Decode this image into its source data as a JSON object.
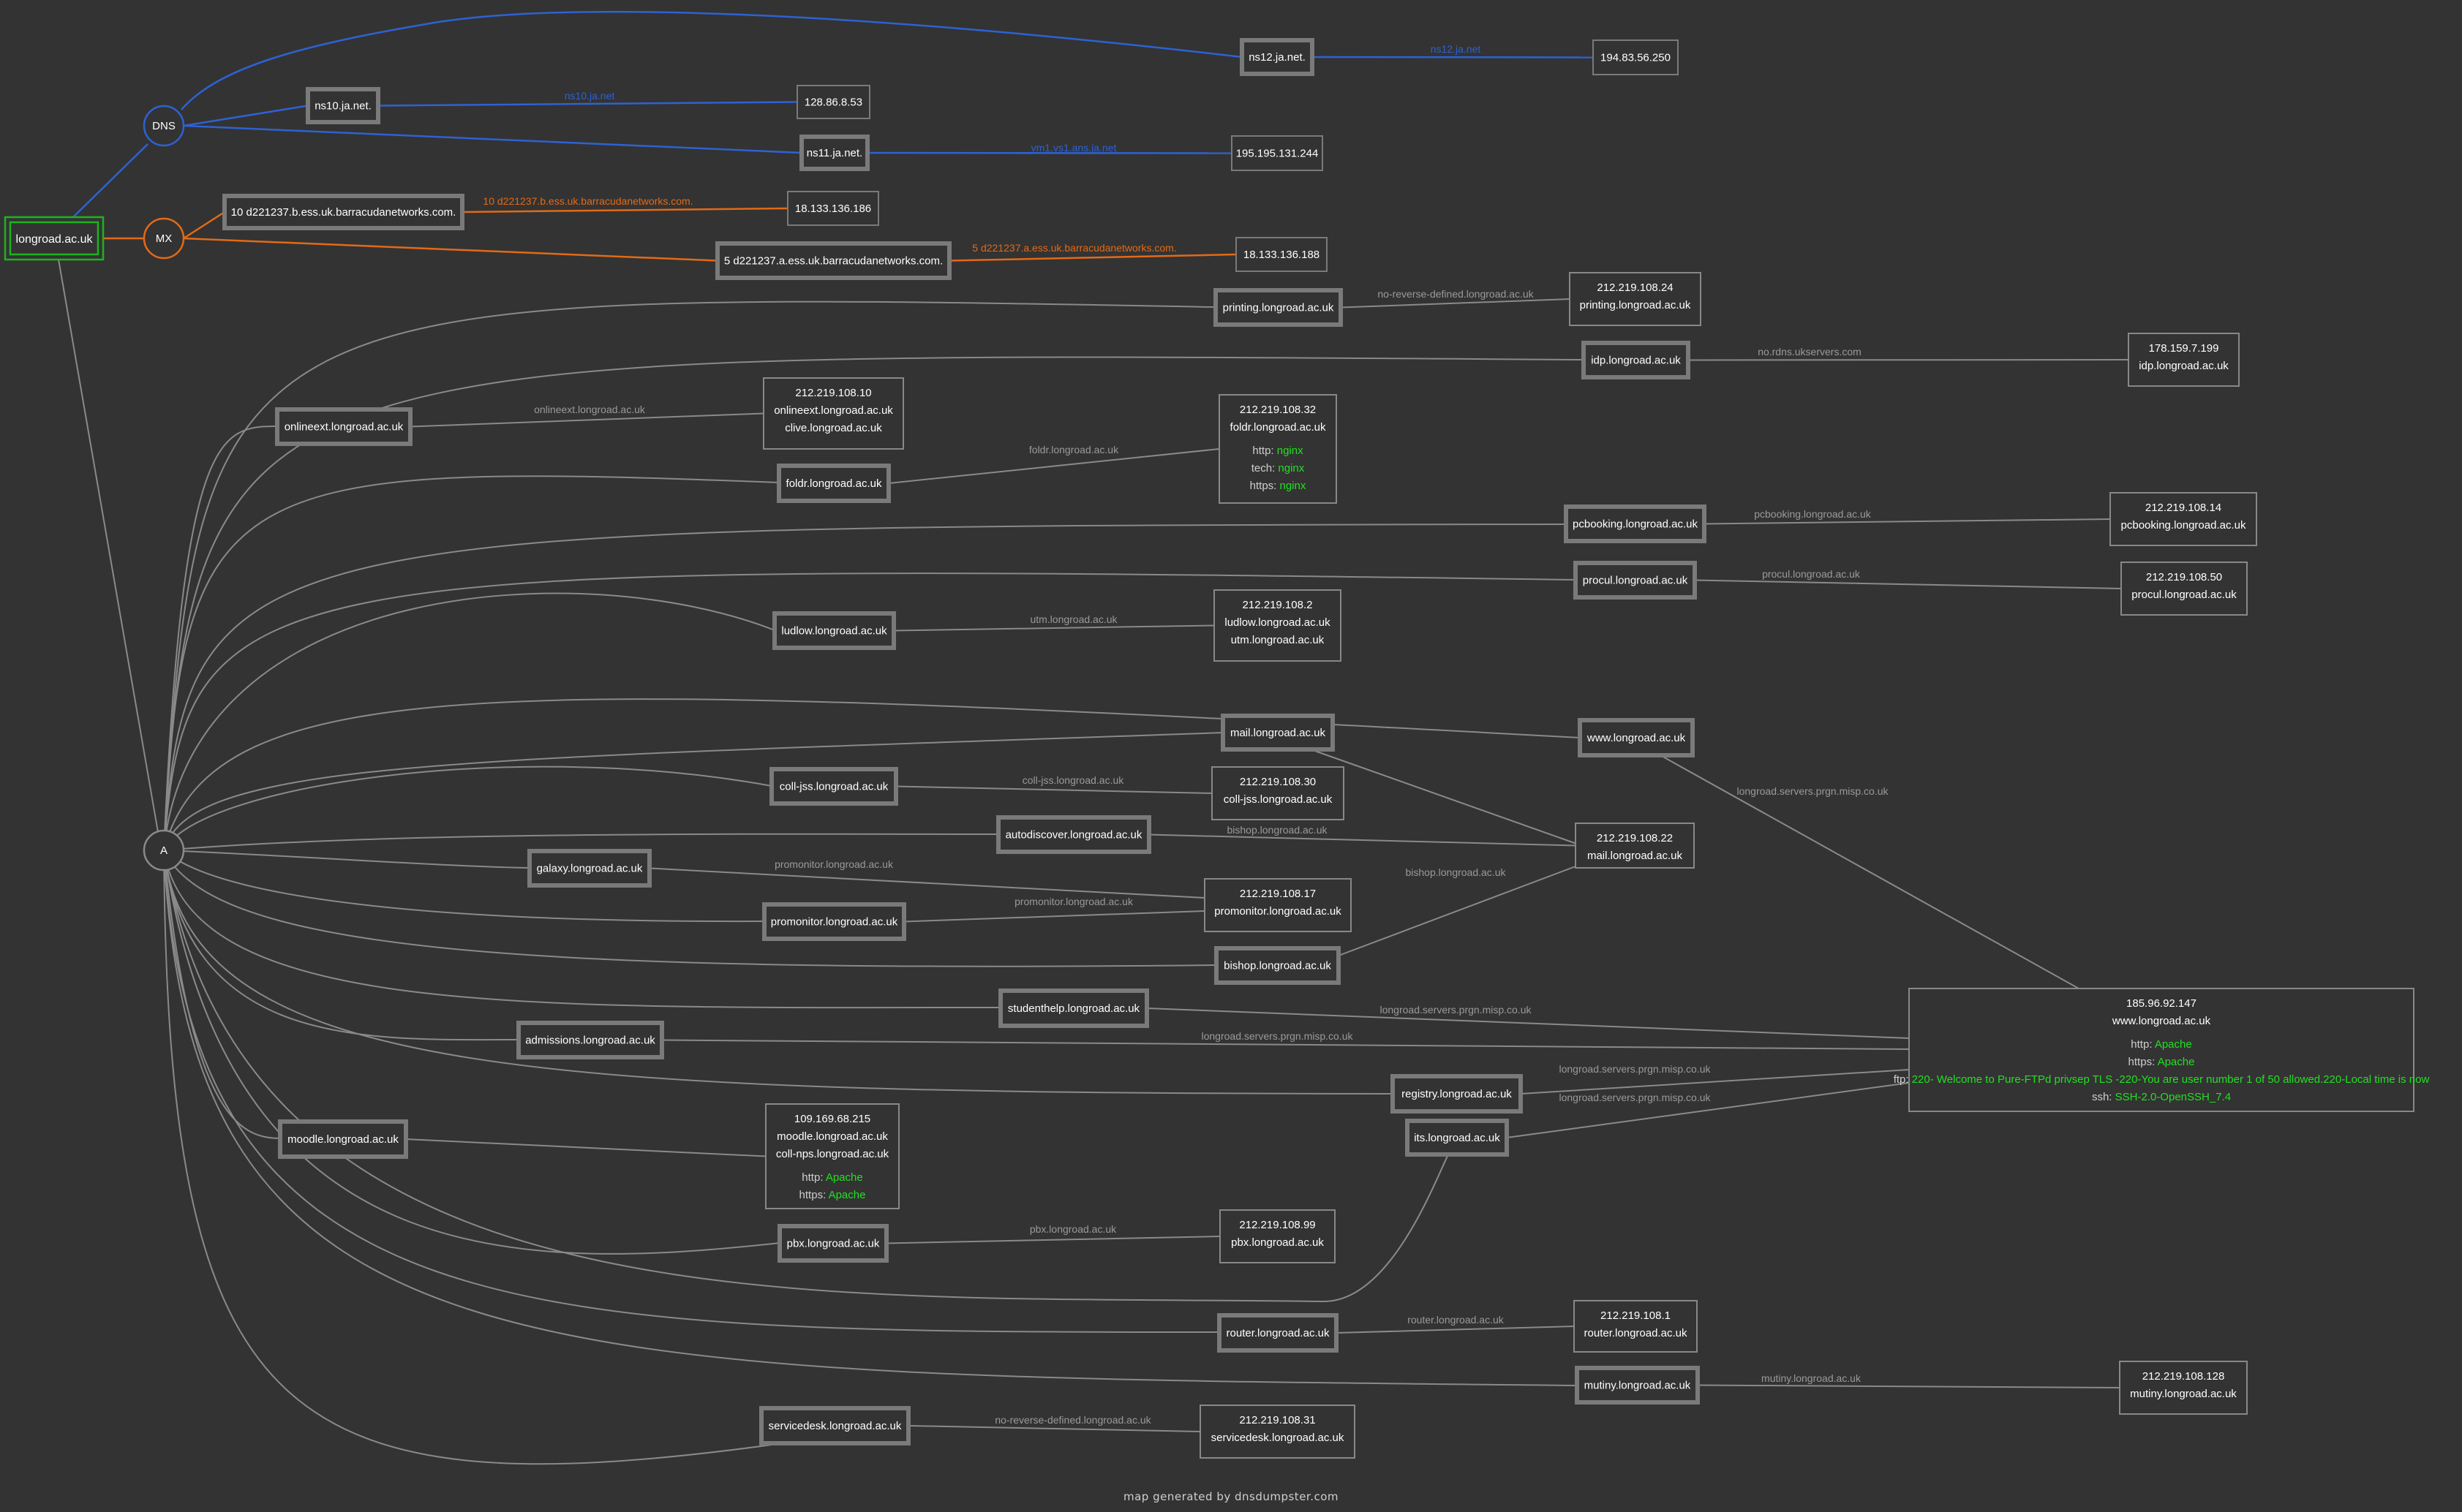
{
  "colors": {
    "background": "#333333",
    "dns": "#2d62d4",
    "mx": "#e36a16",
    "a": "#8a8a8a",
    "root": "#1db31d",
    "text": "#ffffff",
    "service": "#22e022",
    "label": "#9a9a9a"
  },
  "footer": "map generated by dnsdumpster.com",
  "root": {
    "label": "longroad.ac.uk"
  },
  "hubs": {
    "dns": "DNS",
    "mx": "MX",
    "a": "A"
  },
  "dns": [
    {
      "name": "ns10.ja.net.",
      "edge": "ns10.ja.net",
      "ip": "128.86.8.53"
    },
    {
      "name": "ns11.ja.net.",
      "edge": "vm1.vs1.ans.ja.net",
      "ip": "195.195.131.244"
    },
    {
      "name": "ns12.ja.net.",
      "edge": "ns12.ja.net",
      "ip": "194.83.56.250"
    }
  ],
  "mx": [
    {
      "name": "10 d221237.b.ess.uk.barracudanetworks.com.",
      "edge": "10 d221237.b.ess.uk.barracudanetworks.com.",
      "ip": "18.133.136.186"
    },
    {
      "name": "5 d221237.a.ess.uk.barracudanetworks.com.",
      "edge": "5 d221237.a.ess.uk.barracudanetworks.com.",
      "ip": "18.133.136.188"
    }
  ],
  "hosts": [
    {
      "id": "printing",
      "label": "printing.longroad.ac.uk"
    },
    {
      "id": "idp",
      "label": "idp.longroad.ac.uk"
    },
    {
      "id": "onlineext",
      "label": "onlineext.longroad.ac.uk"
    },
    {
      "id": "foldr",
      "label": "foldr.longroad.ac.uk"
    },
    {
      "id": "pcbooking",
      "label": "pcbooking.longroad.ac.uk"
    },
    {
      "id": "procul",
      "label": "procul.longroad.ac.uk"
    },
    {
      "id": "ludlow",
      "label": "ludlow.longroad.ac.uk"
    },
    {
      "id": "mail",
      "label": "mail.longroad.ac.uk"
    },
    {
      "id": "www",
      "label": "www.longroad.ac.uk"
    },
    {
      "id": "colljss",
      "label": "coll-jss.longroad.ac.uk"
    },
    {
      "id": "autodiscover",
      "label": "autodiscover.longroad.ac.uk"
    },
    {
      "id": "galaxy",
      "label": "galaxy.longroad.ac.uk"
    },
    {
      "id": "promonitor",
      "label": "promonitor.longroad.ac.uk"
    },
    {
      "id": "bishop",
      "label": "bishop.longroad.ac.uk"
    },
    {
      "id": "studenthelp",
      "label": "studenthelp.longroad.ac.uk"
    },
    {
      "id": "admissions",
      "label": "admissions.longroad.ac.uk"
    },
    {
      "id": "registry",
      "label": "registry.longroad.ac.uk"
    },
    {
      "id": "its",
      "label": "its.longroad.ac.uk"
    },
    {
      "id": "moodle",
      "label": "moodle.longroad.ac.uk"
    },
    {
      "id": "pbx",
      "label": "pbx.longroad.ac.uk"
    },
    {
      "id": "router",
      "label": "router.longroad.ac.uk"
    },
    {
      "id": "mutiny",
      "label": "mutiny.longroad.ac.uk"
    },
    {
      "id": "servicedesk",
      "label": "servicedesk.longroad.ac.uk"
    }
  ],
  "ips": [
    {
      "id": "ip24",
      "ip": "212.219.108.24",
      "names": [
        "printing.longroad.ac.uk"
      ]
    },
    {
      "id": "ip199",
      "ip": "178.159.7.199",
      "names": [
        "idp.longroad.ac.uk"
      ]
    },
    {
      "id": "ip10",
      "ip": "212.219.108.10",
      "names": [
        "onlineext.longroad.ac.uk",
        "clive.longroad.ac.uk"
      ]
    },
    {
      "id": "ip32",
      "ip": "212.219.108.32",
      "names": [
        "foldr.longroad.ac.uk"
      ],
      "services": [
        {
          "k": "http: ",
          "v": "nginx"
        },
        {
          "k": "tech: ",
          "v": "nginx"
        },
        {
          "k": "https: ",
          "v": "nginx"
        }
      ]
    },
    {
      "id": "ip14",
      "ip": "212.219.108.14",
      "names": [
        "pcbooking.longroad.ac.uk"
      ]
    },
    {
      "id": "ip50",
      "ip": "212.219.108.50",
      "names": [
        "procul.longroad.ac.uk"
      ]
    },
    {
      "id": "ip2",
      "ip": "212.219.108.2",
      "names": [
        "ludlow.longroad.ac.uk",
        "utm.longroad.ac.uk"
      ]
    },
    {
      "id": "ip30",
      "ip": "212.219.108.30",
      "names": [
        "coll-jss.longroad.ac.uk"
      ]
    },
    {
      "id": "ip22",
      "ip": "212.219.108.22",
      "names": [
        "mail.longroad.ac.uk"
      ]
    },
    {
      "id": "ip17",
      "ip": "212.219.108.17",
      "names": [
        "promonitor.longroad.ac.uk"
      ]
    },
    {
      "id": "ip147",
      "ip": "185.96.92.147",
      "names": [
        "www.longroad.ac.uk"
      ],
      "services": [
        {
          "k": "http: ",
          "v": "Apache"
        },
        {
          "k": "https: ",
          "v": "Apache"
        },
        {
          "k": "ftp: ",
          "v": "220- Welcome to Pure-FTPd privsep TLS -220-You are user number 1 of 50 allowed.220-Local time is now"
        },
        {
          "k": "ssh: ",
          "v": "SSH-2.0-OpenSSH_7.4"
        }
      ]
    },
    {
      "id": "ip215",
      "ip": "109.169.68.215",
      "names": [
        "moodle.longroad.ac.uk",
        "coll-nps.longroad.ac.uk"
      ],
      "services": [
        {
          "k": "http: ",
          "v": "Apache"
        },
        {
          "k": "https: ",
          "v": "Apache"
        }
      ]
    },
    {
      "id": "ip99",
      "ip": "212.219.108.99",
      "names": [
        "pbx.longroad.ac.uk"
      ]
    },
    {
      "id": "ip1",
      "ip": "212.219.108.1",
      "names": [
        "router.longroad.ac.uk"
      ]
    },
    {
      "id": "ip128",
      "ip": "212.219.108.128",
      "names": [
        "mutiny.longroad.ac.uk"
      ]
    },
    {
      "id": "ip31",
      "ip": "212.219.108.31",
      "names": [
        "servicedesk.longroad.ac.uk"
      ]
    }
  ],
  "links": [
    {
      "from": "printing",
      "to": "ip24",
      "label": "no-reverse-defined.longroad.ac.uk"
    },
    {
      "from": "idp",
      "to": "ip199",
      "label": "no.rdns.ukservers.com"
    },
    {
      "from": "onlineext",
      "to": "ip10",
      "label": "onlineext.longroad.ac.uk"
    },
    {
      "from": "foldr",
      "to": "ip32",
      "label": "foldr.longroad.ac.uk"
    },
    {
      "from": "pcbooking",
      "to": "ip14",
      "label": "pcbooking.longroad.ac.uk"
    },
    {
      "from": "procul",
      "to": "ip50",
      "label": "procul.longroad.ac.uk"
    },
    {
      "from": "ludlow",
      "to": "ip2",
      "label": "utm.longroad.ac.uk"
    },
    {
      "from": "mail",
      "to": "ip22",
      "label": ""
    },
    {
      "from": "www",
      "to": "ip147",
      "label": "longroad.servers.prgn.misp.co.uk"
    },
    {
      "from": "colljss",
      "to": "ip30",
      "label": "coll-jss.longroad.ac.uk"
    },
    {
      "from": "autodiscover",
      "to": "ip22",
      "label": "bishop.longroad.ac.uk"
    },
    {
      "from": "galaxy",
      "to": "ip17",
      "label": "promonitor.longroad.ac.uk"
    },
    {
      "from": "promonitor",
      "to": "ip17",
      "label": "promonitor.longroad.ac.uk"
    },
    {
      "from": "bishop",
      "to": "ip22",
      "label": "bishop.longroad.ac.uk"
    },
    {
      "from": "studenthelp",
      "to": "ip147",
      "label": "longroad.servers.prgn.misp.co.uk"
    },
    {
      "from": "admissions",
      "to": "ip147",
      "label": "longroad.servers.prgn.misp.co.uk"
    },
    {
      "from": "registry",
      "to": "ip147",
      "label": "longroad.servers.prgn.misp.co.uk"
    },
    {
      "from": "its",
      "to": "ip147",
      "label": "longroad.servers.prgn.misp.co.uk"
    },
    {
      "from": "moodle",
      "to": "ip215",
      "label": ""
    },
    {
      "from": "pbx",
      "to": "ip99",
      "label": "pbx.longroad.ac.uk"
    },
    {
      "from": "router",
      "to": "ip1",
      "label": "router.longroad.ac.uk"
    },
    {
      "from": "mutiny",
      "to": "ip128",
      "label": "mutiny.longroad.ac.uk"
    },
    {
      "from": "servicedesk",
      "to": "ip31",
      "label": "no-reverse-defined.longroad.ac.uk"
    }
  ]
}
